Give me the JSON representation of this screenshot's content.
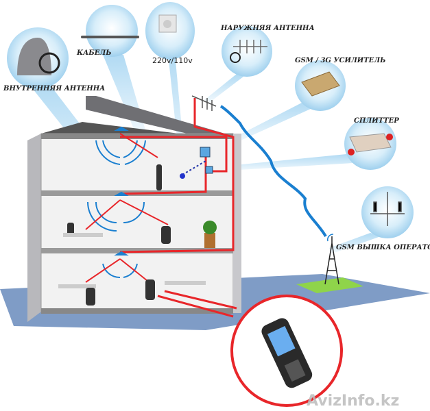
{
  "labels": {
    "indoor_antenna": "ВНУТРЕННЯЯ АНТЕННА",
    "cable": "КАБЕЛЬ",
    "power": "220v/110v",
    "outdoor_antenna": "НАРУЖНЯЯ АНТЕННА",
    "amplifier": "GSM / 3G УСИЛИТЕЛЬ",
    "splitter": "СПЛИТТЕР",
    "tower": "GSM ВЫШКА ОПЕРАТОРА"
  },
  "watermark": "AvizInfo.kz",
  "colors": {
    "bubble": "#bfe2f6",
    "cable": "#e8262a",
    "signal": "#1a7fd0",
    "ground": "#7f9cc6",
    "grass": "#8fd44a"
  }
}
